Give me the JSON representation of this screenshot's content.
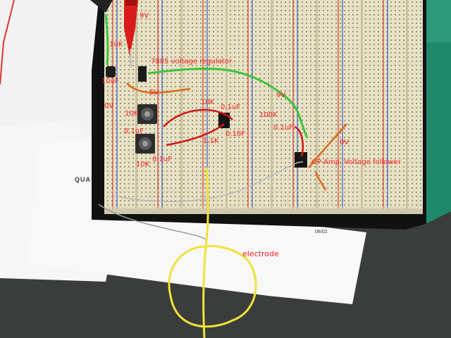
{
  "annotations": {
    "v9_top": "9V",
    "r10k_top": "10K",
    "cap_10uf": "10uF",
    "regulator": "7805 voltage regulator",
    "v5": "5V",
    "v0": "0V",
    "pot_10k_a": "10K",
    "cap_01uf_a": "0.1uF",
    "pot_10k_b": "10K",
    "cap_01uf_b": "0.1uF",
    "r10k_mid": "10K",
    "cap_01uf_c": "0.1uF",
    "cap_010f": "0.10F",
    "r11k": "1.1K",
    "r100k": "100K",
    "v9_right": "9V",
    "cap_01uf_d": "0.1uF",
    "v0_right": "0V",
    "opamp": "OP-Amp. Voltage follower",
    "electrode": "electrode"
  },
  "paper": {
    "brand": "QUA",
    "date": "08/02"
  },
  "colors": {
    "breadboard": "#e8e2c4",
    "rail_red": "#d23a3a",
    "rail_blue": "#3a5fc8",
    "label_red": "#ff1e1e",
    "wire_yellow": "#f0e23a",
    "wire_green": "#3cc43c",
    "wire_red": "#d01818",
    "wire_orange": "#e06a1a",
    "mat_green": "#1f8a6a"
  }
}
